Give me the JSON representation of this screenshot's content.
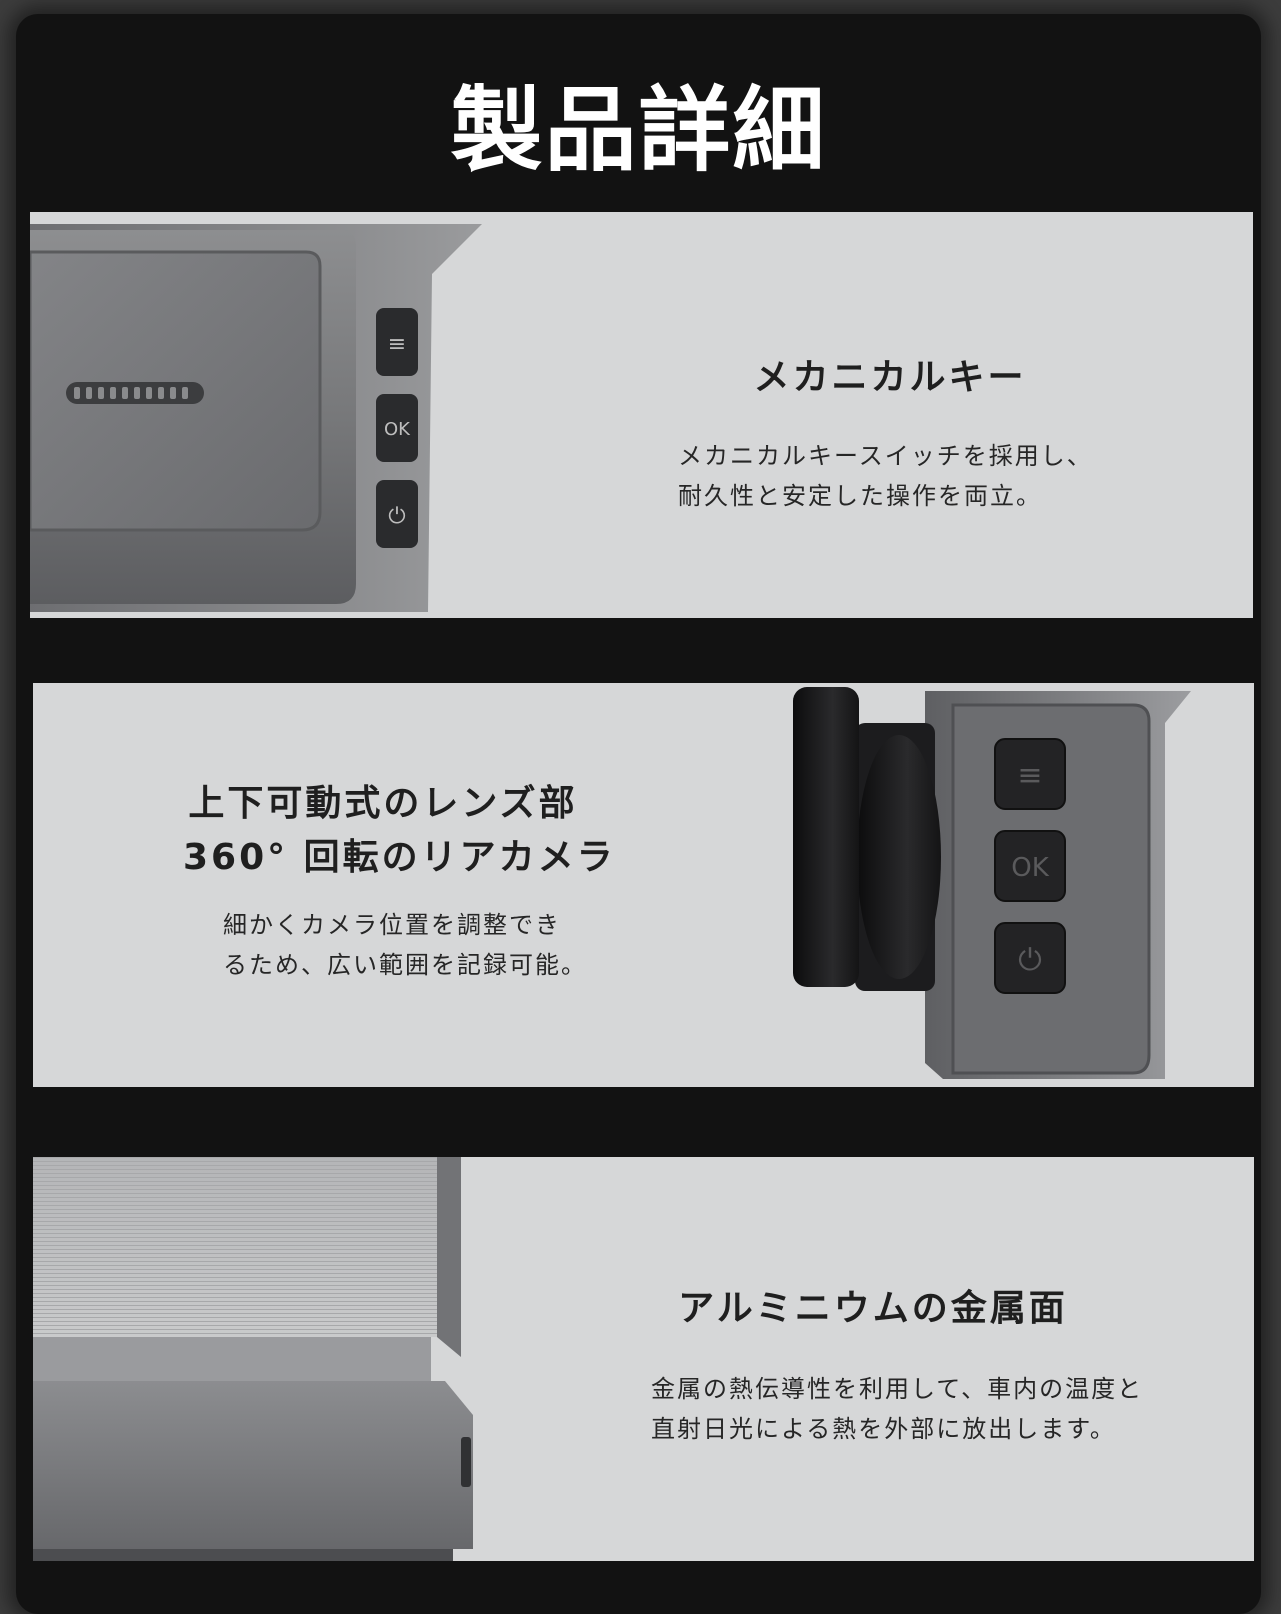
{
  "header": {
    "title": "製品詳細"
  },
  "features": [
    {
      "title_lines": [
        "メカニカルキー"
      ],
      "description_lines": [
        "メカニカルキースイッチを採用し、",
        "耐久性と安定した操作を両立。"
      ],
      "button_labels": [
        "≡",
        "OK",
        "⏻"
      ]
    },
    {
      "title_lines": [
        "上下可動式のレンズ部",
        "360°  回転のリアカメラ"
      ],
      "description_lines": [
        "細かくカメラ位置を調整でき",
        "るため、広い範囲を記録可能。"
      ],
      "button_labels": [
        "≡",
        "OK",
        "⏻"
      ]
    },
    {
      "title_lines": [
        "アルミニウムの金属面"
      ],
      "description_lines": [
        "金属の熱伝導性を利用して、車内の温度と",
        "直射日光による熱を外部に放出します。"
      ]
    }
  ],
  "colors": {
    "page_background": "#121212",
    "panel_background": "#d6d7d8",
    "title_text": "#ffffff"
  }
}
